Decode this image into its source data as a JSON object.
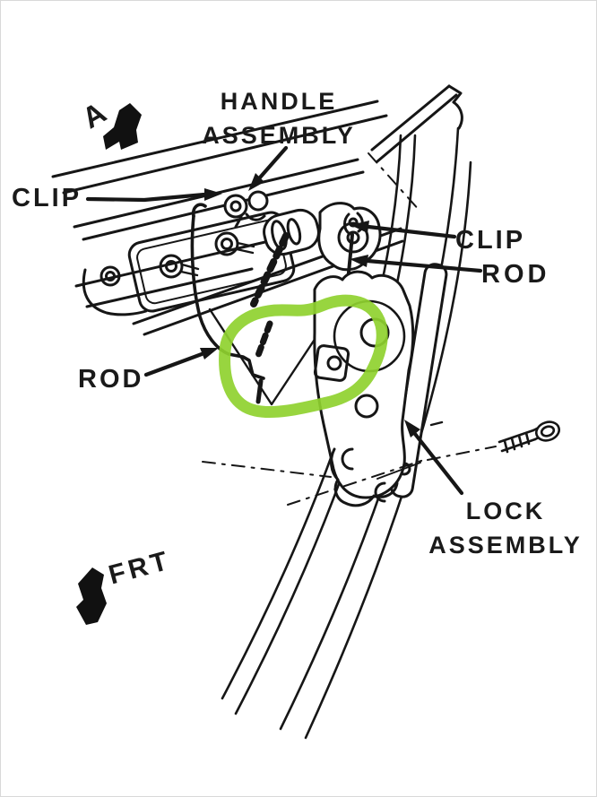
{
  "page": {
    "background": "#ffffff",
    "border_color": "#d9d9d9",
    "ink": "#161616",
    "highlight": "#8fd12f"
  },
  "labels": {
    "view": "A",
    "handle_line1": "HANDLE",
    "handle_line2": "ASSEMBLY",
    "clip_left": "CLIP",
    "clip_right": "CLIP",
    "rod_right": "ROD",
    "rod_left": "ROD",
    "lock_line1": "LOCK",
    "lock_line2": "ASSEMBLY",
    "frt": "FRT"
  }
}
